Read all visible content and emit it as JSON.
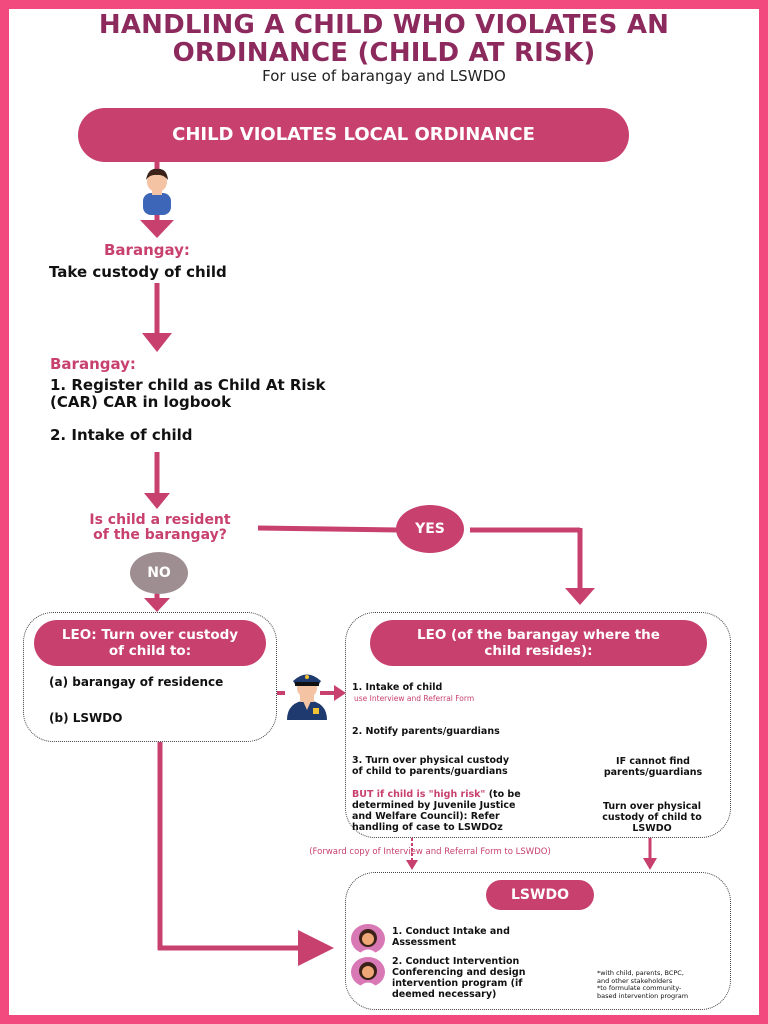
{
  "header": {
    "title_line1": "HANDLING A CHILD WHO VIOLATES AN",
    "title_line2": "ORDINANCE (CHILD AT RISK)",
    "subtitle": "For use of barangay and LSWDO"
  },
  "start": {
    "label": "CHILD VIOLATES LOCAL ORDINANCE"
  },
  "step1": {
    "actor": "Barangay:",
    "action": "Take custody of child"
  },
  "step2": {
    "actor": "Barangay:",
    "item1_line1": "1. Register child as Child At Risk",
    "item1_line2": "(CAR) CAR in logbook",
    "item2": "2. Intake of child"
  },
  "decision": {
    "question_line1": "Is child a resident",
    "question_line2": "of the barangay?",
    "yes": "YES",
    "no": "NO"
  },
  "leo_left": {
    "header_line1": "LEO: Turn over custody",
    "header_line2": "of child to:",
    "option_a": "(a) barangay of residence",
    "option_b": "(b) LSWDO"
  },
  "leo_right": {
    "header_line1": "LEO (of the barangay where the",
    "header_line2": "child resides):",
    "step1": "1. Intake of child",
    "step1_note": "use Interview and Referral Form",
    "step2": "2. Notify parents/guardians",
    "step3_line1": "3. Turn over physical custody",
    "step3_line2": "of child to parents/guardians",
    "cannot_find_line1": "IF cannot find",
    "cannot_find_line2": "parents/guardians",
    "turnover_line1": "Turn over physical",
    "turnover_line2": "custody of child to",
    "turnover_line3": "LSWDO",
    "highrisk_pink": "BUT if child is \"high risk\"",
    "highrisk_rest1": " (to be",
    "highrisk_line2": "determined by Juvenile Justice",
    "highrisk_line3": "and Welfare Council): Refer",
    "highrisk_line4": "handling of case to LSWDOz"
  },
  "forward_note": "(Forward copy of Interview and Referral Form to LSWDO)",
  "lswdo": {
    "header": "LSWDO",
    "item1_line1": "1. Conduct Intake and",
    "item1_line2": "Assessment",
    "item2_line1": "2. Conduct Intervention",
    "item2_line2": "Conferencing and design",
    "item2_line3": "intervention program (if",
    "item2_line4": "deemed necessary)",
    "note_line1": "*with child, parents, BCPC,",
    "note_line2": "and other stakeholders",
    "note_line3": "*to formulate community-",
    "note_line4": "based intervention program"
  },
  "colors": {
    "border": "#f2497f",
    "accent": "#c8416e",
    "title": "#8c2a5d",
    "no_oval": "#9e8e92"
  },
  "icons": [
    "child-icon",
    "police-officer-icon",
    "woman-avatar-icon",
    "woman-avatar-icon"
  ]
}
